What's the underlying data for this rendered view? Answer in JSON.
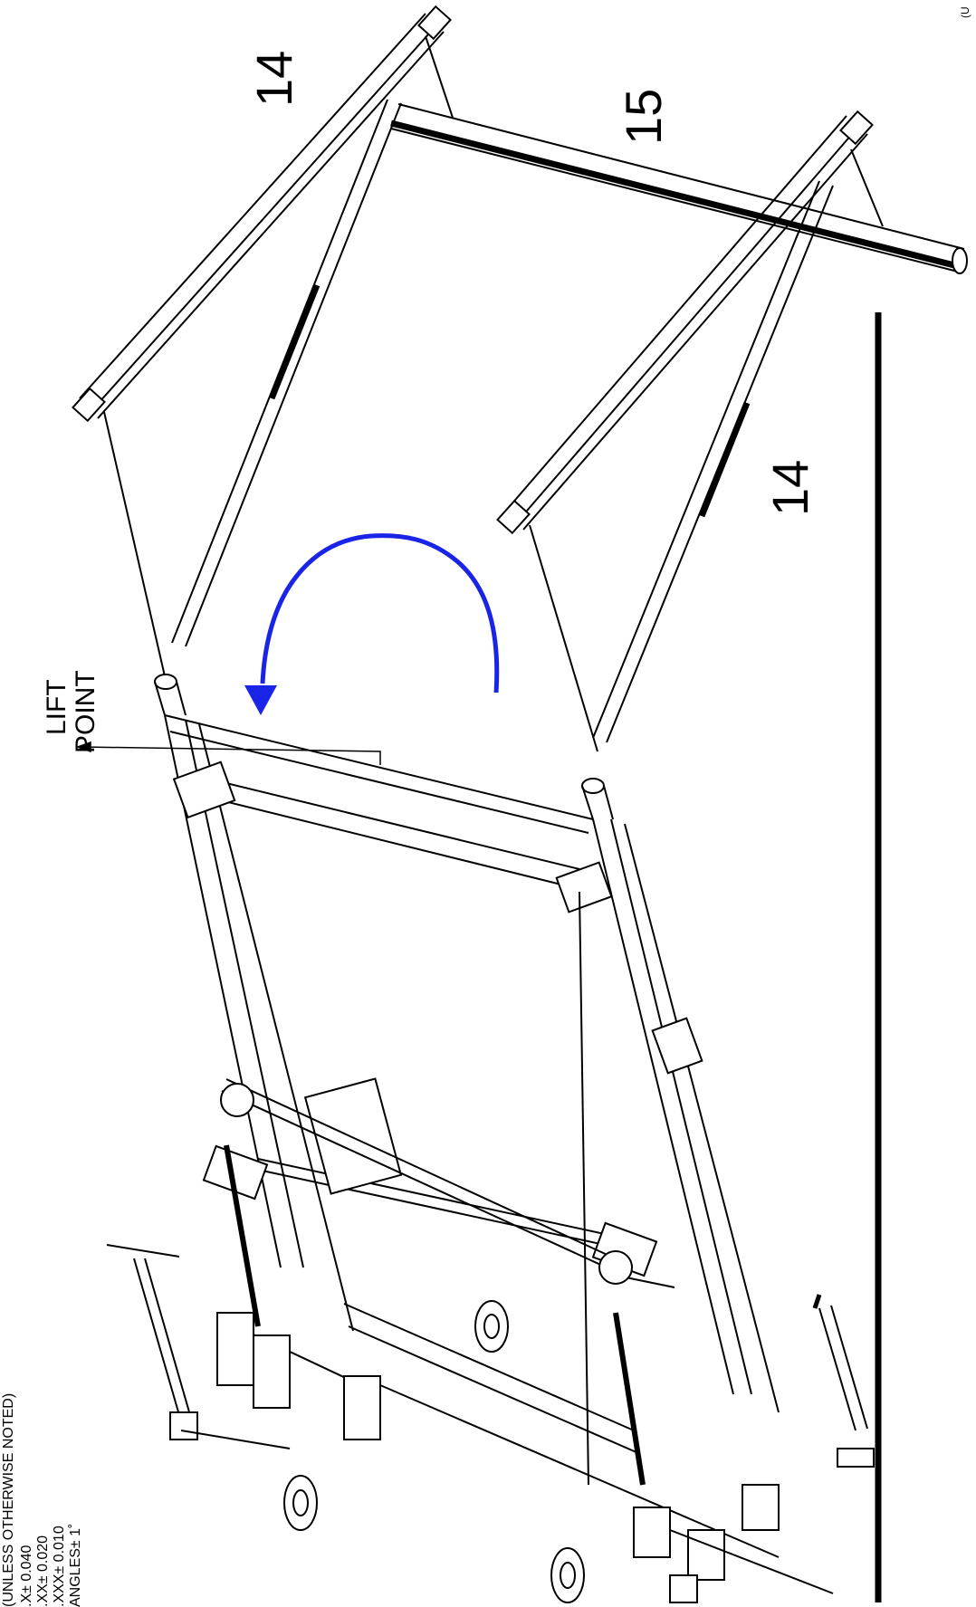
{
  "tolerances": {
    "header": "(UNLESS OTHERWISE NOTED)",
    "x": ".X± 0.040",
    "xx": ".XX± 0.020",
    "xxx": ".XXX± 0.010",
    "angles": "ANGLES± 1˚"
  },
  "callouts": {
    "part_14_top": "14",
    "part_15": "15",
    "part_14_right": "14",
    "lift_point_line1": "LIFT",
    "lift_point_line2": "POINT"
  },
  "corner_mark": "(U",
  "colors": {
    "rotation_arrow": "#1a24e6",
    "ink": "#000000"
  }
}
